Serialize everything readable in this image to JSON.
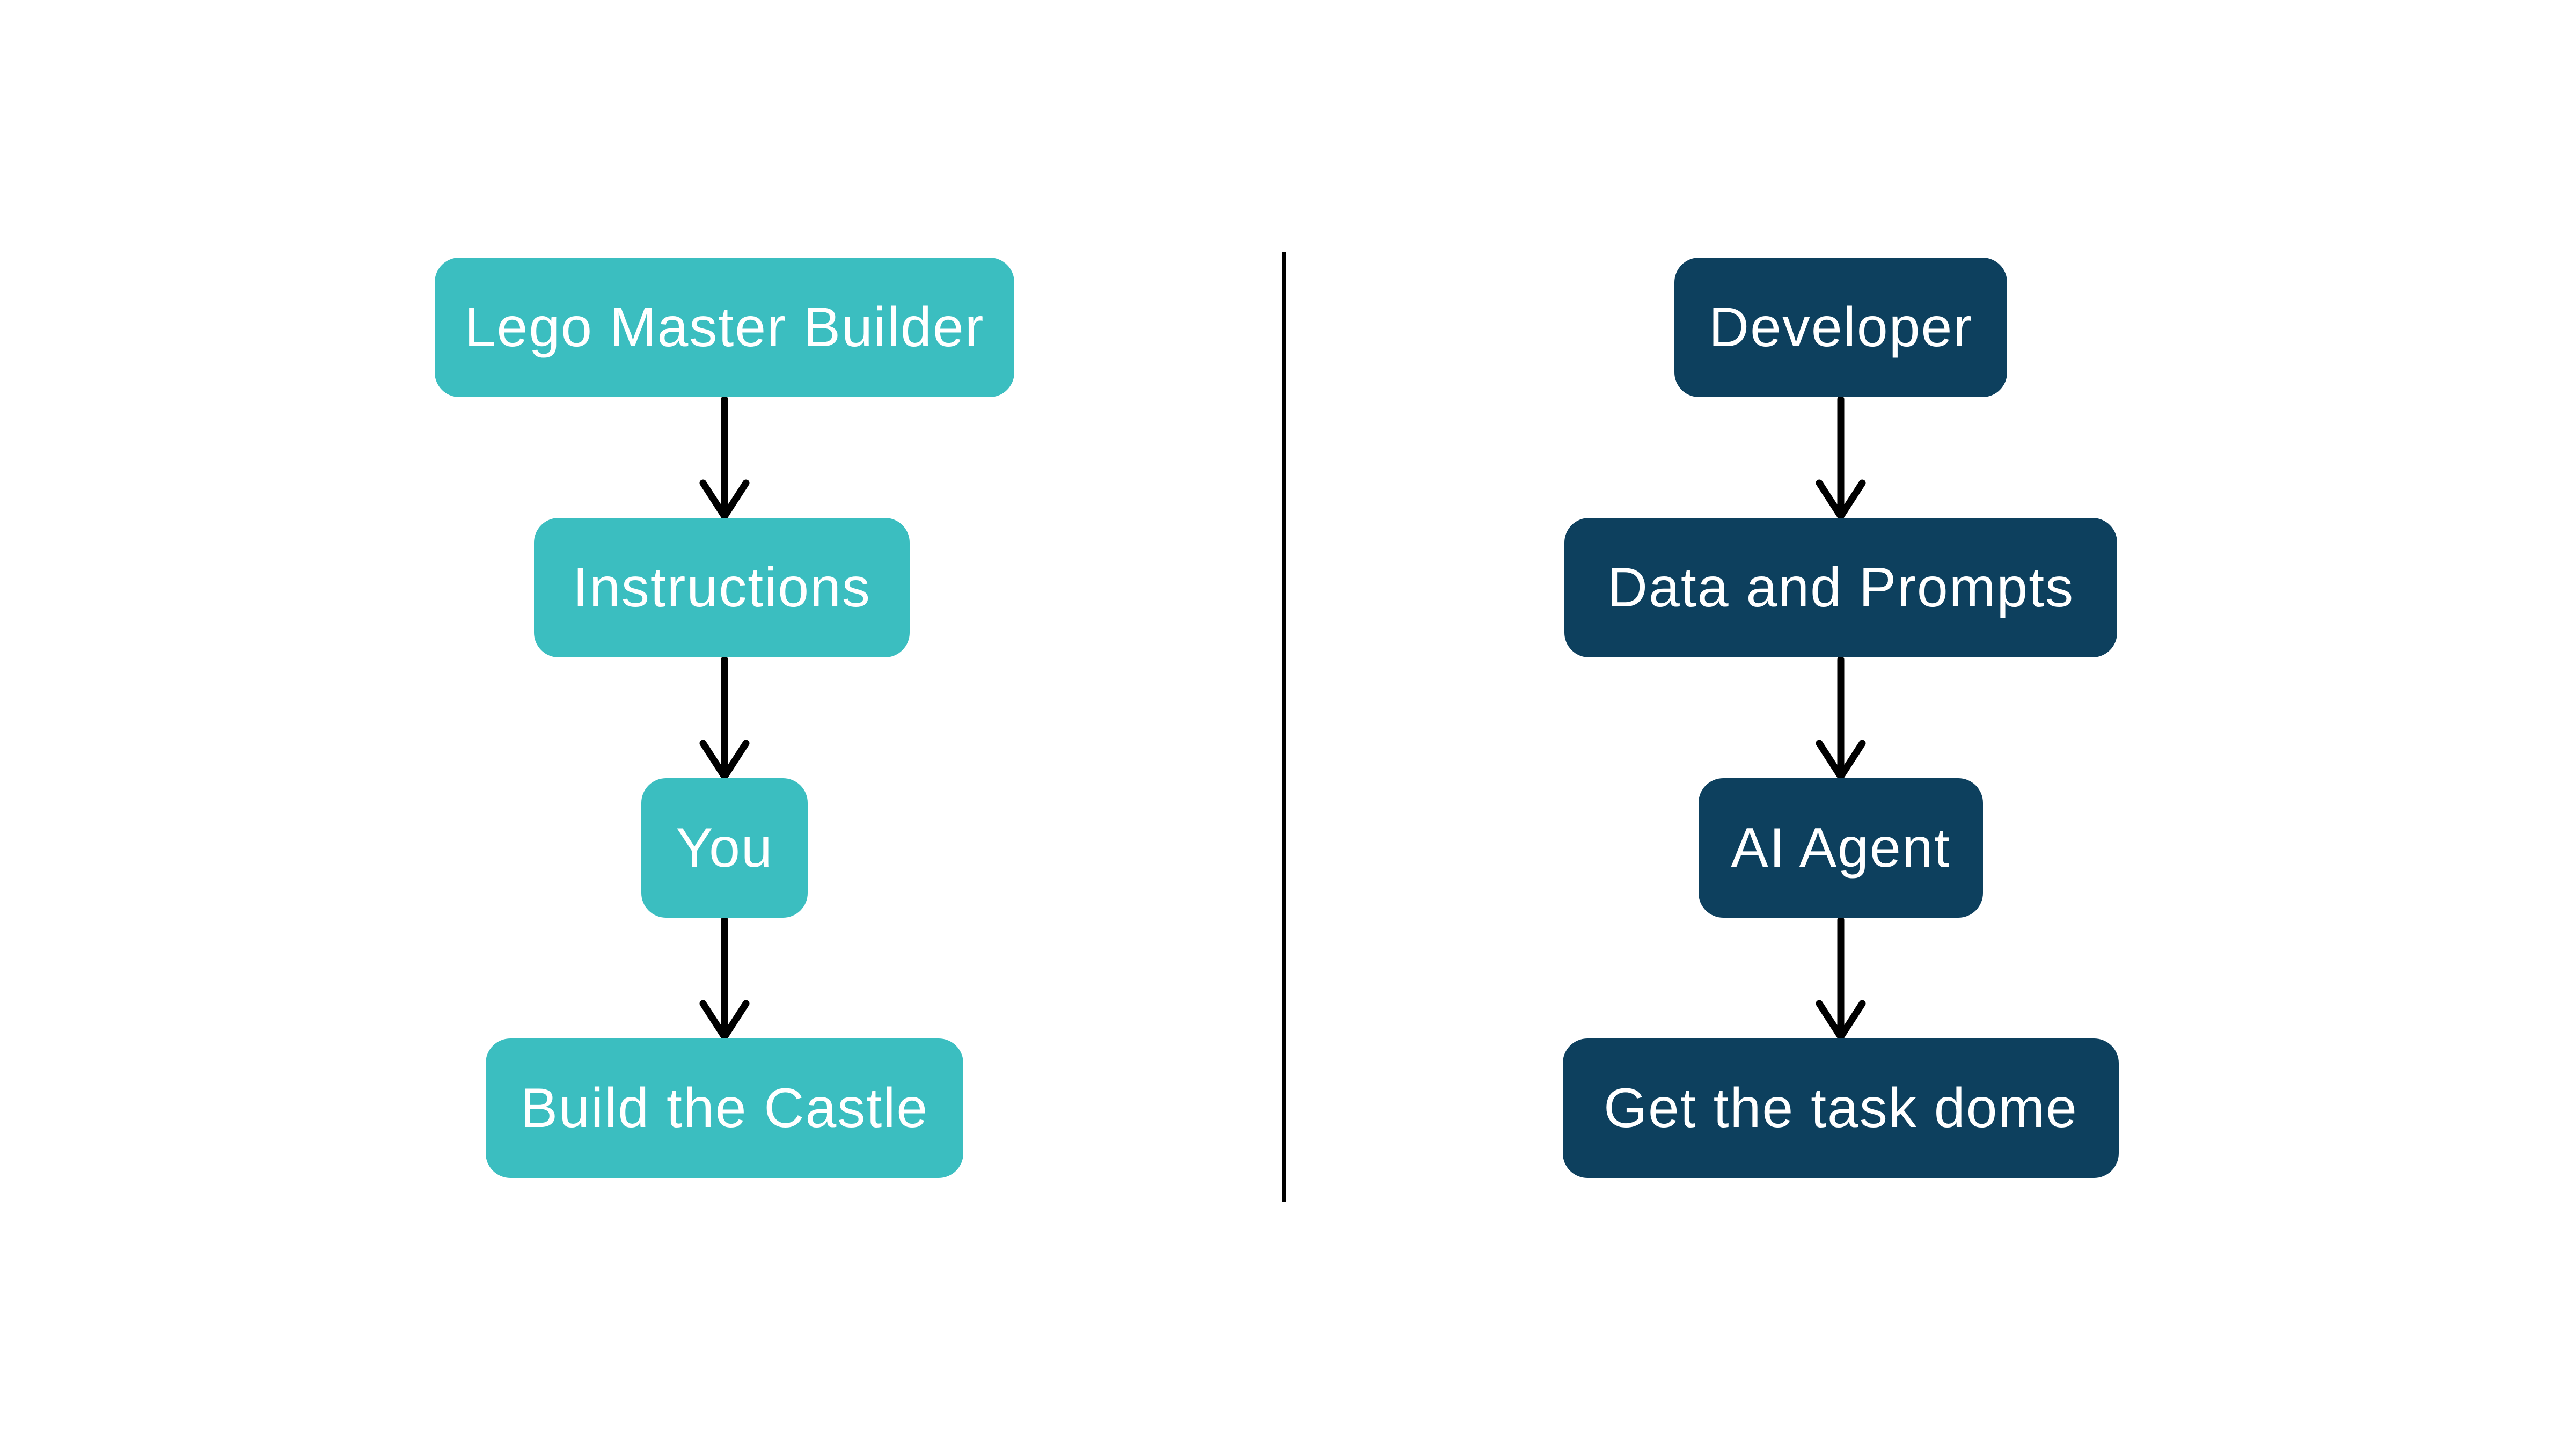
{
  "page": {
    "background": "#ffffff"
  },
  "colors": {
    "left_node_fill": "#3bbec0",
    "right_node_fill": "#0d405e",
    "node_text": "#ffffff",
    "arrow": "#000000",
    "divider": "#000000"
  },
  "flows": [
    {
      "name": "lego-analogy-flow",
      "nodes": [
        {
          "label": "Lego Master Builder"
        },
        {
          "label": "Instructions"
        },
        {
          "label": "You"
        },
        {
          "label": "Build the Castle"
        }
      ]
    },
    {
      "name": "ai-agent-flow",
      "nodes": [
        {
          "label": "Developer"
        },
        {
          "label": "Data and Prompts"
        },
        {
          "label": "AI Agent"
        },
        {
          "label": "Get the task dome"
        }
      ]
    }
  ]
}
